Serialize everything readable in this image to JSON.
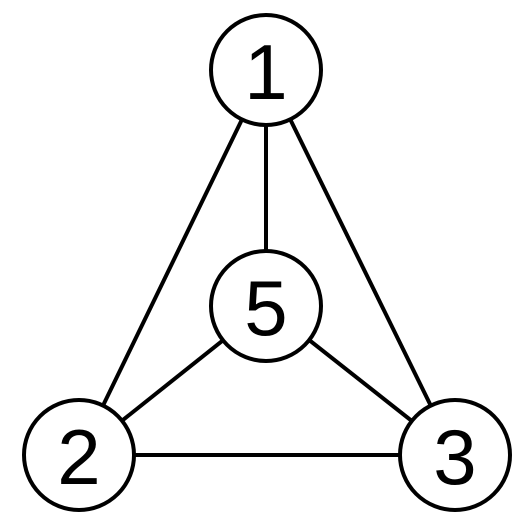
{
  "graph": {
    "nodes": [
      {
        "id": "1",
        "label": "1"
      },
      {
        "id": "2",
        "label": "2"
      },
      {
        "id": "3",
        "label": "3"
      },
      {
        "id": "5",
        "label": "5"
      }
    ],
    "edges": [
      {
        "from": "1",
        "to": "2"
      },
      {
        "from": "1",
        "to": "3"
      },
      {
        "from": "1",
        "to": "5"
      },
      {
        "from": "2",
        "to": "3"
      },
      {
        "from": "2",
        "to": "5"
      },
      {
        "from": "3",
        "to": "5"
      }
    ],
    "colors": {
      "stroke": "#000000",
      "fill": "#ffffff"
    }
  }
}
